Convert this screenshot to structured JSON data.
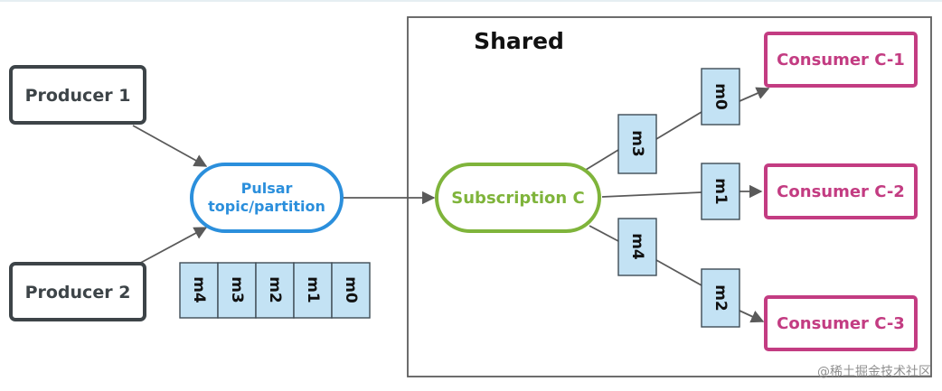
{
  "shared_label": "Shared",
  "producers": [
    "Producer 1",
    "Producer 2"
  ],
  "topic": {
    "line1": "Pulsar",
    "line2": "topic/partition"
  },
  "subscription": "Subscription C",
  "consumers": [
    "Consumer C-1",
    "Consumer C-2",
    "Consumer C-3"
  ],
  "queue_messages": [
    "m4",
    "m3",
    "m2",
    "m1",
    "m0"
  ],
  "route_messages": {
    "to_c1": [
      "m3",
      "m0"
    ],
    "to_c2": [
      "m1"
    ],
    "to_c3": [
      "m4",
      "m2"
    ]
  },
  "watermark": "@稀土掘金技术社区",
  "colors": {
    "producer_border": "#3d4448",
    "producer_text": "#3d4448",
    "topic": "#2b8fdc",
    "subscription": "#7fb43b",
    "consumer": "#c33c82",
    "message_fill": "#c3e2f4",
    "message_border": "#3f4c55",
    "arrow": "#5a5a5a",
    "frame": "#5d5d5d"
  }
}
